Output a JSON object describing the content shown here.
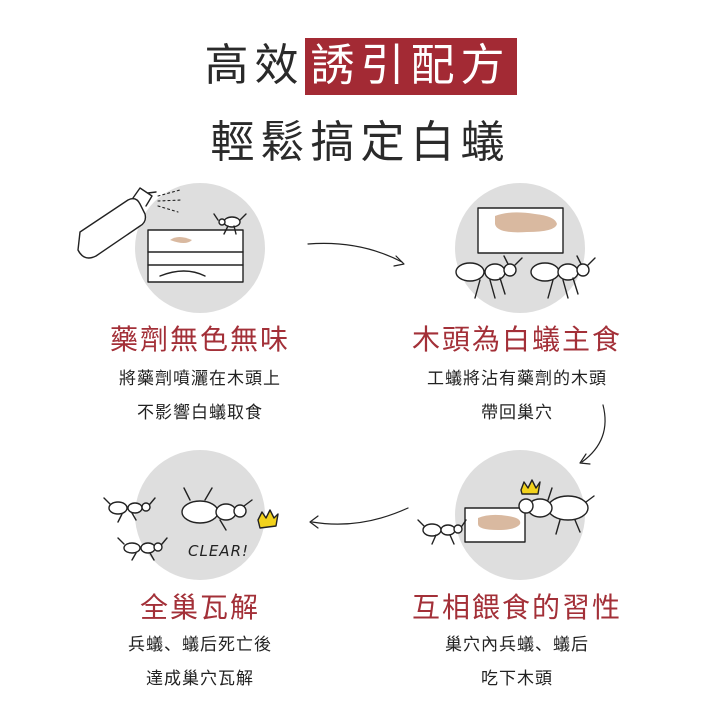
{
  "headline": {
    "line1_prefix": "高效",
    "line1_highlight": "誘引配方",
    "line2": "輕鬆搞定白蟻"
  },
  "steps": [
    {
      "title": "藥劑無色無味",
      "desc1": "將藥劑噴灑在木頭上",
      "desc2": "不影響白蟻取食"
    },
    {
      "title": "木頭為白蟻主食",
      "desc1": "工蟻將沾有藥劑的木頭",
      "desc2": "帶回巢穴"
    },
    {
      "title": "全巢瓦解",
      "desc1": "兵蟻、蟻后死亡後",
      "desc2": "達成巢穴瓦解"
    },
    {
      "title": "互相餵食的習性",
      "desc1": "巢穴內兵蟻、蟻后",
      "desc2": "吃下木頭"
    }
  ],
  "illustration": {
    "clear_text": "CLEAR!"
  },
  "colors": {
    "accent": "#a32a34",
    "circle": "#dedede",
    "wood": "#d9b9a0",
    "crown": "#f2d21c"
  }
}
